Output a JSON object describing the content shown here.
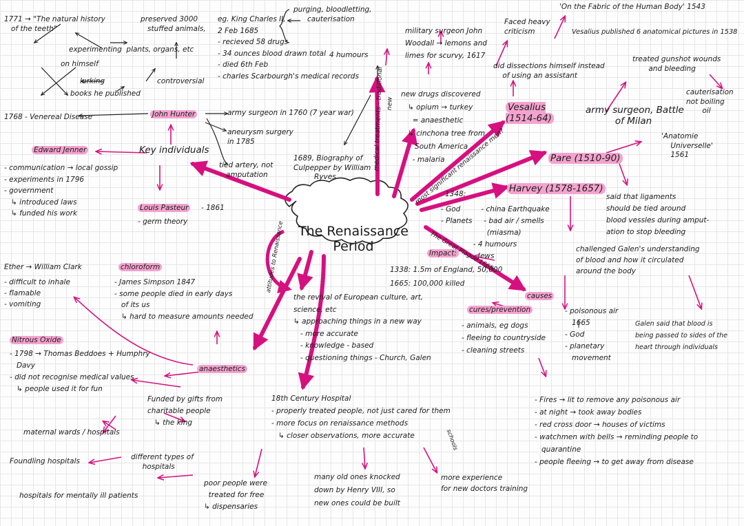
{
  "center": "The Renaissance\nPeriod",
  "colors": {
    "accent": "#d6107f",
    "highlight": "#f3a3cf",
    "ink": "#1c1c1c"
  },
  "branch_labels": {
    "medical_treatments": "medical treatments - traditional",
    "new": "new",
    "most_significant": "most significant renaissance men?",
    "great_plague": "The Great Plague 1665",
    "attitudes": "attitudes to Renaissance",
    "schools": "schools"
  },
  "notes": {
    "hunter_history": "1771 → \"The natural history\n   of the teeth\"",
    "preserved": "preserved 3000\n   stuffed animals,",
    "experimenting": "experimenting  plants, organs, etc",
    "on_himself": "on himself",
    "lurking": "lurking",
    "controversial": "controversial",
    "books": "books he published",
    "venereal": "1768 - Venereal Disease",
    "john_hunter": "John Hunter",
    "hunter_list": "eg. King Charles II,\n2 Feb 1685\n- recieved 58 drugs\n- 34 ounces blood drawn total\n- died 6th Feb\n- charles Scarbourgh's medical records",
    "purging": "purging, bloodletting,\n      cauterisation",
    "four_humours": "4 humours",
    "army_surgeon": "army surgeon in 1760 (7 year war)",
    "aneurysm": "aneurysm surgery\nin 1785",
    "tied_artery": "tied artery, not\n   amputation",
    "culpepper": "1689, Biography of\nCulpepper by William\n         Ryves",
    "edward_jenner": "Edward Jenner",
    "key_individuals": "Key individuals",
    "jenner_list": "- communication → local gossip\n- experiments in 1796\n- government\n   ↳ introduced laws\n   ↳ funded his work",
    "louis_pasteur": "Louis Pasteur",
    "pasteur_year": "- 1861",
    "germ_theory": "- germ theory",
    "military_surgeon": "military surgeon John\nWoodall → lemons and\nlimes for scurvy, 1617",
    "new_drugs": "new drugs discovered\n   ↳ opium → turkey\n     = anaesthetic\n   ↳ cinchona tree from\n      South America\n     - malaria",
    "faced_criticism": "Faced heavy\ncriticism",
    "did_dissections": "did dissections himself instead\n    of using an assistant",
    "vesalius": "Vesalius\n(1514-64)",
    "fabric": "'On the Fabric of the Human Body' 1543",
    "vesalius_published": "Vesalius published 6 anatomical pictures in 1538",
    "treated_gunshot": "treated gunshot wounds\n       and bleeding",
    "cauterisation_right": "cauterisation\nnot boiling\n       oil",
    "army_surgeon_milan": "army surgeon, Battle\n          of Milan",
    "anatomie": "'Anatomie\n    Universelle'\n    1561",
    "pare": "Pare (1510-90)",
    "harvey": "Harvey (1578-1657)",
    "ligaments": "said that ligaments\nshould be tied around\nblood vessles during amput-\nation to stop bleeding",
    "galen_challenge": "challenged Galen's understanding\nof blood and how it circulated\naround the body",
    "galen_said": "Galen said that blood is\nbeing passed to sides of the\nheart through individuals",
    "year_1348": "1348:",
    "plague_1348": "- God         - china Earthquake\n- Planets     - bad air / smells\n                    (miasma)\n              - 4 humours\n              - Jews",
    "impact": "Impact:",
    "impact_list": "1338: 1.5m of England, 50,000\n1665: 100,000 killed",
    "causes": "causes",
    "causes_list": "- poisonous air\n   1665\n- God\n- planetary\n   movement",
    "cures": "cures/prevention",
    "cures_list": "- animals, eg dogs\n- fleeing to countryside\n- cleaning streets",
    "revival": "the revival of European culture, art,\nscience, etc\n↳ approaching things in a new way\n   - more accurate\n   - knowledge - based\n   - questioning things - Church, Galen",
    "ether": "Ether → William Clark",
    "ether_list": "- difficult to inhale\n- flamable\n- vomiting",
    "chloroform": "chloroform",
    "chloroform_list": "- James Simpson 1847\n- some people died in early days\n   of its us\n   ↳ hard to measure amounts needed",
    "nitrous": "Nitrous Oxide",
    "nitrous_list": "- 1798 → Thomas Beddoes + Humphry\n   Davy\n- did not recognise medical values\n   ↳ people used it for fun",
    "anaesthetics": "anaesthetics",
    "funded": "Funded by gifts from\ncharitable people\n   ↳ the king",
    "maternal": "maternal wards / hospitals",
    "different_types": "different types of\n     hospitals",
    "foundling": "Foundling hospitals",
    "mentally_ill": "hospitals for mentally ill patients",
    "poor_people": "poor people were\n  treated for free\n↳ dispensaries",
    "eighteenth": "18th Century Hospital\n- properly treated people, not just cared for them\n- more focus on renaissance methods\n   ↳ closer observations, more accurate",
    "knocked_down": "many old ones knocked\ndown by Henry VIII, so\nnew ones could be built",
    "experience": "more experience\nfor new doctors training",
    "fires_list": "- Fires → lit to remove any poisonous air\n- at night → took away bodies\n- red cross door → houses of victims\n- watchmen with bells → reminding people to\n   quarantine\n- people fleeing → to get away from disease"
  }
}
